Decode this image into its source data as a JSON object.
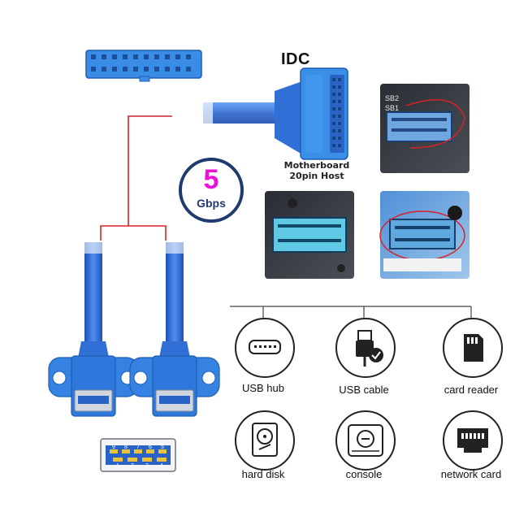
{
  "connector": {
    "idc_label": "IDC",
    "host_line1": "Motherboard",
    "host_line2": "20pin Host"
  },
  "speed": {
    "number": "5",
    "unit": "Gbps"
  },
  "usb_pins": [
    "9",
    "8",
    "7",
    "6",
    "5",
    "1",
    "2",
    "3",
    "4"
  ],
  "devices": [
    {
      "name": "usb-hub",
      "label": "USB hub",
      "icon": "usb-hub-icon"
    },
    {
      "name": "usb-cable",
      "label": "USB cable",
      "icon": "usb-cable-icon"
    },
    {
      "name": "card-reader",
      "label": "card reader",
      "icon": "sd-card-icon"
    },
    {
      "name": "hard-disk",
      "label": "hard disk",
      "icon": "hard-disk-icon"
    },
    {
      "name": "console",
      "label": "console",
      "icon": "console-icon"
    },
    {
      "name": "network-card",
      "label": "network card",
      "icon": "ethernet-port-icon"
    }
  ],
  "colors": {
    "cable_blue": "#2f6fd6",
    "connector_blue": "#3b8ee8",
    "accent_red": "#d8222a",
    "speed_magenta": "#ee10d8",
    "badge_navy": "#1e3a6e"
  }
}
